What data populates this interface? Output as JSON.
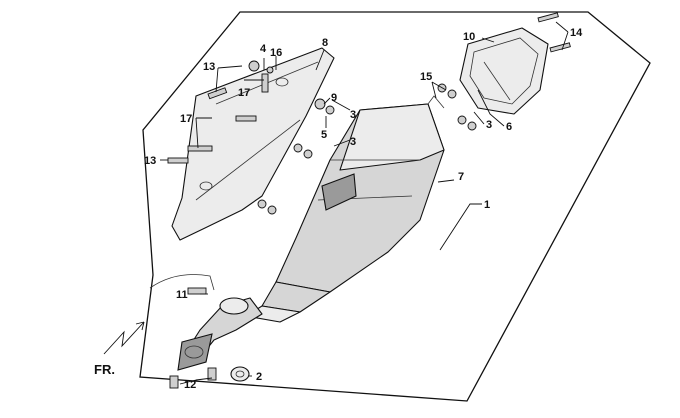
{
  "diagram": {
    "callouts": {
      "c1": "1",
      "c2": "2",
      "c3a": "3",
      "c3b": "3",
      "c3c": "3",
      "c4": "4",
      "c5": "5",
      "c6": "6",
      "c7": "7",
      "c8": "8",
      "c9": "9",
      "c10": "10",
      "c11": "11",
      "c12": "12",
      "c13a": "13",
      "c13b": "13",
      "c14": "14",
      "c15": "15",
      "c16": "16",
      "c17a": "17",
      "c17b": "17"
    },
    "direction_label": "FR."
  }
}
